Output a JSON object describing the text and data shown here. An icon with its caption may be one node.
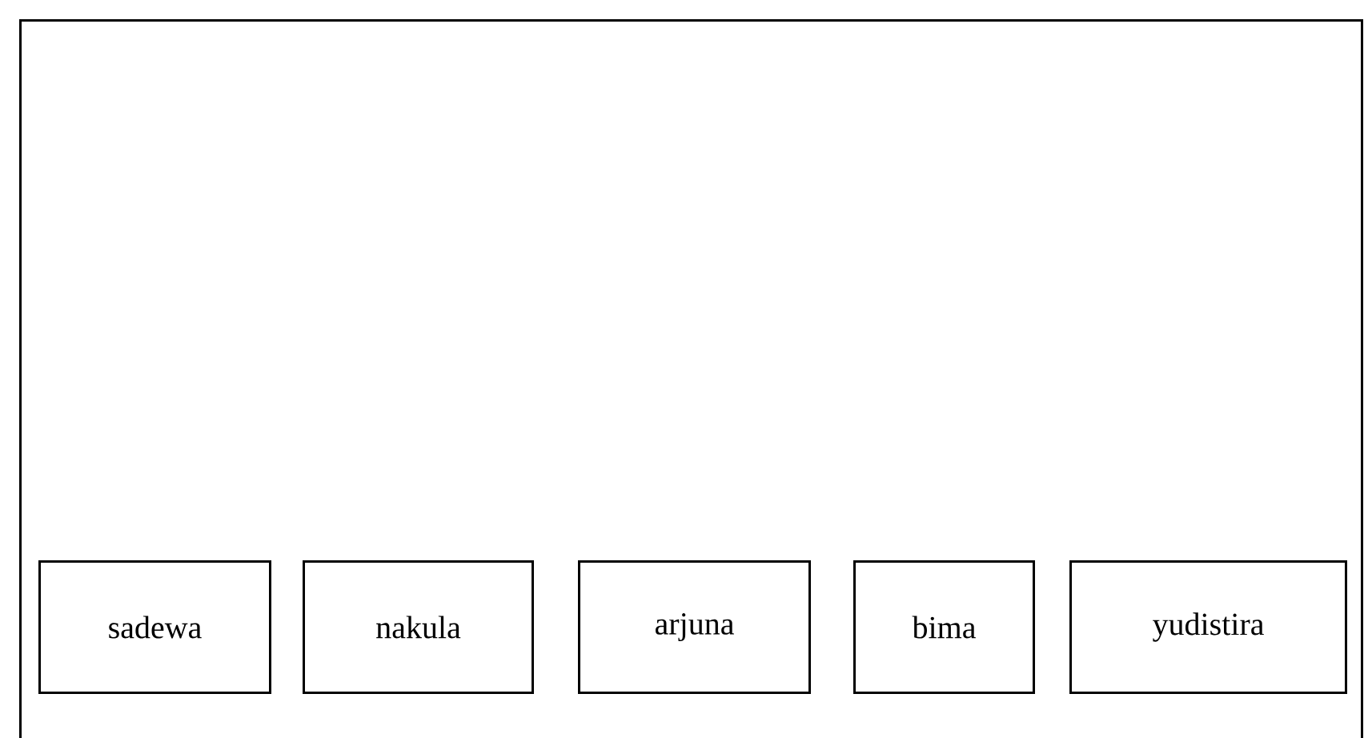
{
  "diagram": {
    "nodes": [
      {
        "text": [],
        "shape": "box"
      },
      {
        "text": [
          "sadewa"
        ],
        "in": 0
      },
      {
        "text": [
          "nakula"
        ],
        "in": 0
      },
      {
        "text": [
          "arjuna"
        ],
        "in": 0
      },
      {
        "text": [
          "bima"
        ],
        "in": 0
      },
      {
        "text": [
          "yudistira"
        ],
        "in": 0
      }
    ]
  }
}
